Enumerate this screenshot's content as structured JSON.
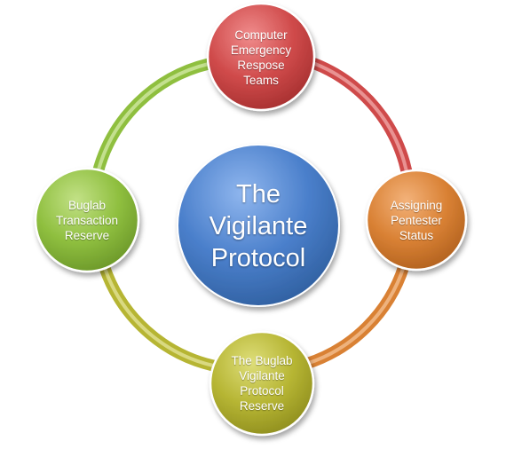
{
  "center": {
    "lines": [
      "The",
      "Vigilante",
      "Protocol"
    ],
    "color": "#4a7fcb"
  },
  "nodes": {
    "top": {
      "lines": [
        "Computer",
        "Emergency",
        "Respose",
        "Teams"
      ],
      "color": "#cf4a4a"
    },
    "right": {
      "lines": [
        "Assigning",
        "Pentester",
        "Status"
      ],
      "color": "#d98134"
    },
    "bottom": {
      "lines": [
        "The Buglab",
        "Vigilante",
        "Protocol",
        "Reserve"
      ],
      "color": "#b6b533"
    },
    "left": {
      "lines": [
        "Buglab",
        "Transaction",
        "Reserve"
      ],
      "color": "#8fbf3f"
    }
  },
  "ring_arcs": {
    "top_to_right": "#cf4a4a",
    "right_to_bottom": "#d98134",
    "bottom_to_left": "#b6b533",
    "left_to_top": "#8fbf3f"
  }
}
